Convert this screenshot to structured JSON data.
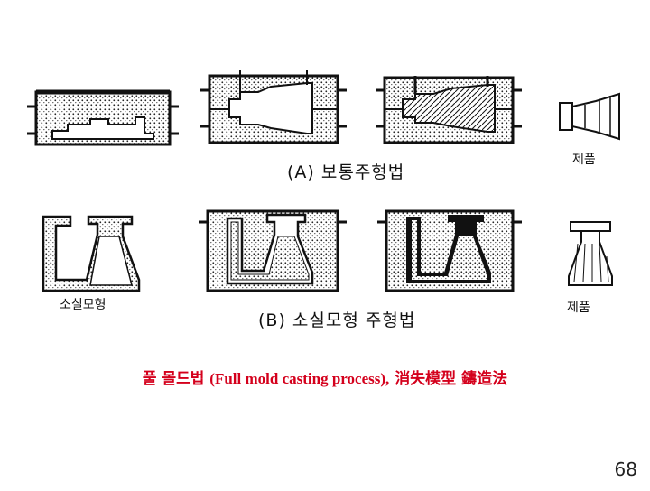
{
  "diagram": {
    "section_a_label": "(A) 보통주형법",
    "section_b_label": "(B) 소실모형 주형법",
    "product_label_a": "제품",
    "product_label_b": "제품",
    "pattern_label": "소실모형"
  },
  "caption": {
    "korean": "풀 몰드법",
    "english": "(Full mold casting process),",
    "hanja": "消失模型 鑄造法"
  },
  "page_number": "68",
  "colors": {
    "caption": "#d4001c",
    "drawing": "#111111"
  }
}
